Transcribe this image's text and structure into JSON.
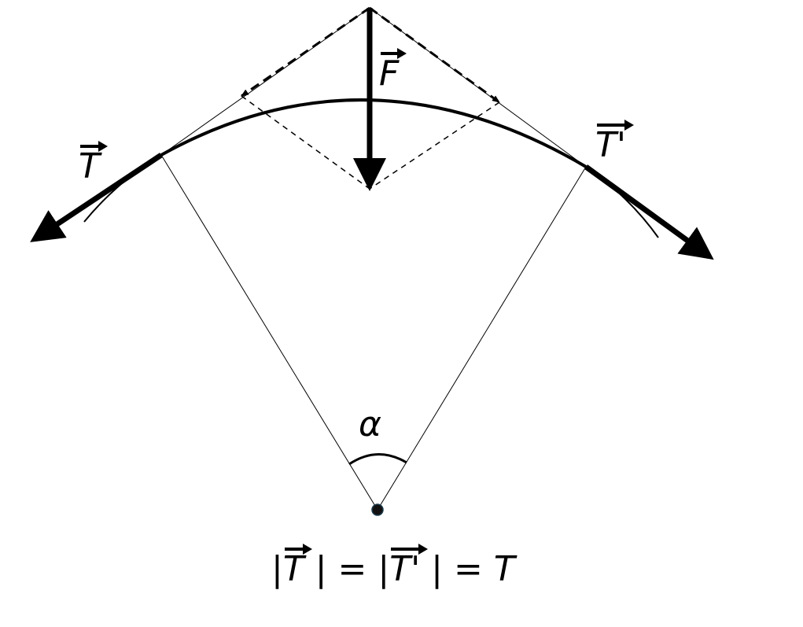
{
  "labels": {
    "tension_left": "T",
    "tension_right": "T'",
    "force": "F",
    "angle": "α"
  },
  "formula": {
    "bar1": "|",
    "t1": "T",
    "mid1": " | = |",
    "t2": "T'",
    "mid2": " | = ",
    "t3": "T"
  }
}
